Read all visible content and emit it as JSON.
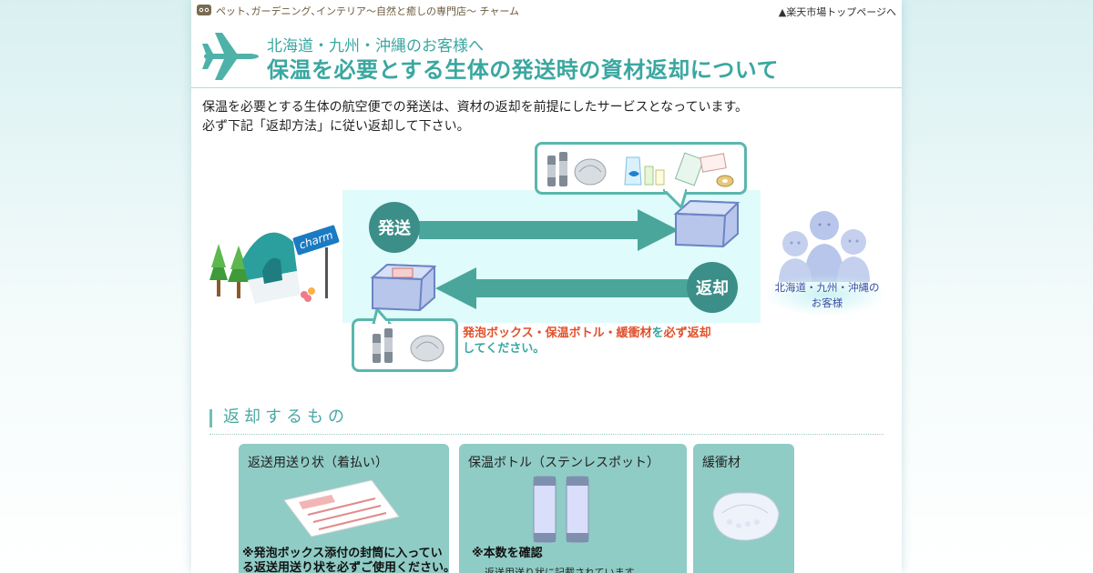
{
  "header": {
    "shop_title": "ペット､ガーデニング､インテリア〜自然と癒しの専門店〜 チャーム",
    "top_link": "▲楽天市場トップページへ",
    "subtitle": "北海道・九州・沖縄のお客様へ",
    "title": "保温を必要とする生体の発送時の資材返却について"
  },
  "intro": {
    "line1": "保温を必要とする生体の航空便での発送は、資材の返却を前提にしたサービスとなっています。",
    "line2": "必ず下記「返却方法」に従い返却して下さい。"
  },
  "diagram": {
    "send_label": "発送",
    "return_label": "返却",
    "shop_sign": "charm",
    "note_red": "発泡ボックス・保温ボトル・緩衝材",
    "note_mid": "を",
    "note_red2": "必ず返却",
    "note_line2": "してください。",
    "customer_label_line1": "北海道・九州・沖縄の",
    "customer_label_line2": "お客様"
  },
  "section": {
    "title": "返却するもの"
  },
  "cards": [
    {
      "label": "返送用送り状（着払い）",
      "warning_line1": "※発泡ボックス添付の封筒に入ってい",
      "warning_line2": "る返送用送り状を必ずご使用ください。"
    },
    {
      "label": "保温ボトル（ステンレスポット）",
      "warning_line1": "※本数を確認",
      "sub": "返送用送り状に記載されています"
    },
    {
      "label": "緩衝材"
    }
  ],
  "colors": {
    "teal": "#3aa7a0",
    "dark_teal": "#3b8f88",
    "card_bg": "#8fccc5",
    "flow_bg": "#dffbfb",
    "warning_red": "#e0502a"
  }
}
